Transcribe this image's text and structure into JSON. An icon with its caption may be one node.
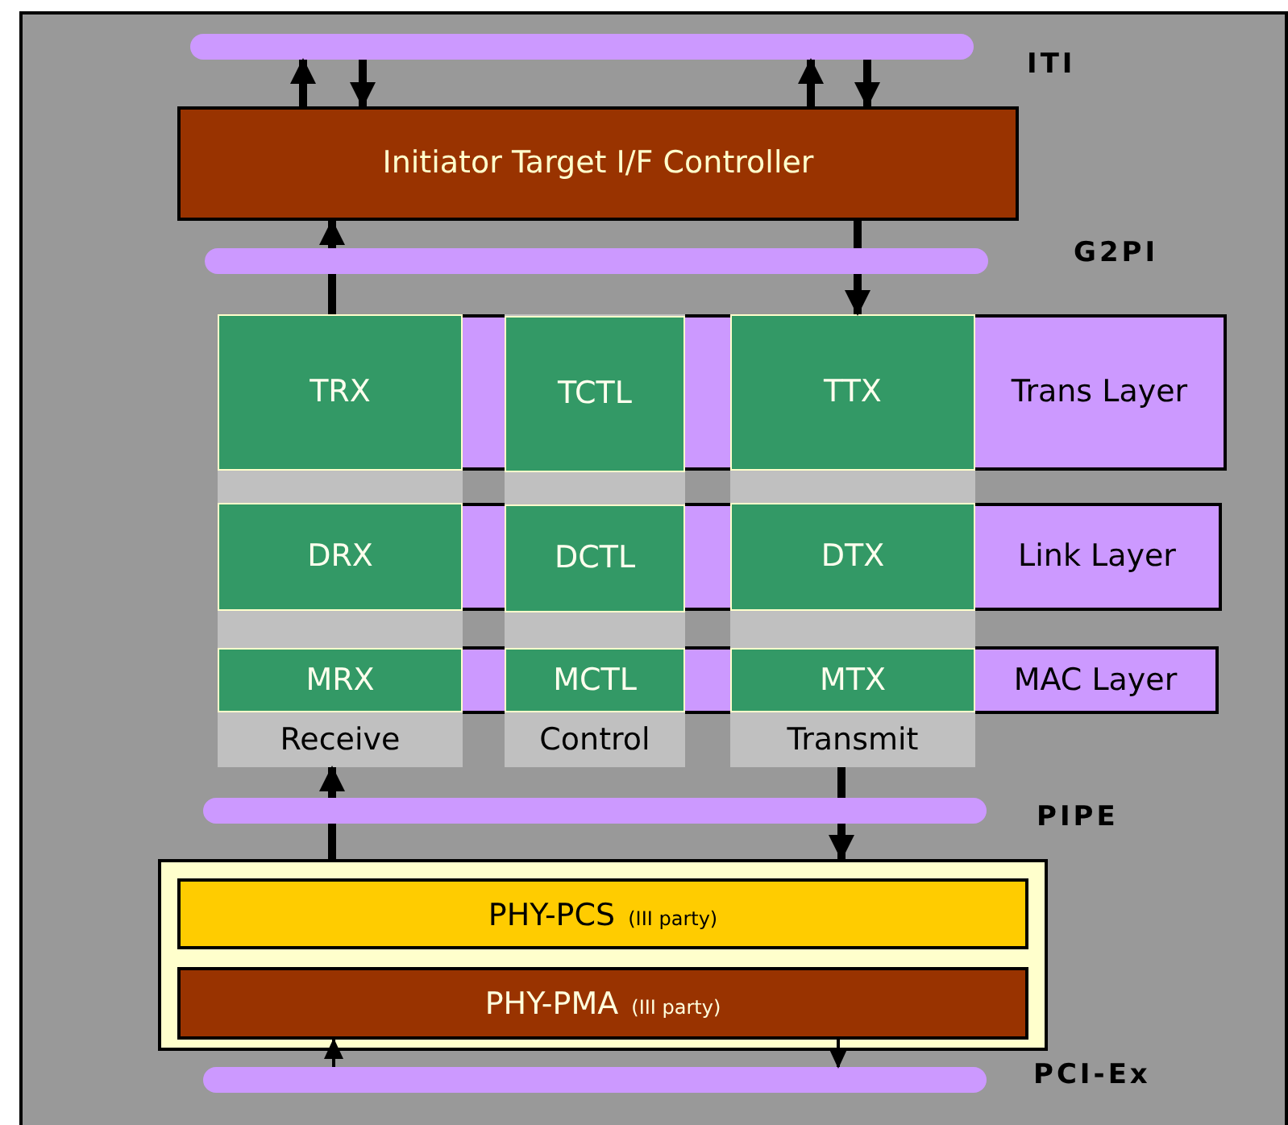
{
  "diagram": {
    "nodes": [
      {
        "text": [],
        "shape": "bar",
        "beside": [
          "ITI"
        ]
      },
      {
        "text": [
          "Initiator Target I/F Controller"
        ]
      },
      {
        "text": [],
        "shape": "bar",
        "beside": [
          "G2PI"
        ]
      },
      {
        "text": [
          "Receive"
        ]
      },
      {
        "text": [
          "TRX"
        ],
        "in": 3
      },
      {
        "text": [
          "DRX"
        ],
        "in": 3
      },
      {
        "text": [
          "MRX"
        ],
        "in": 3
      },
      {
        "text": [
          "Control"
        ]
      },
      {
        "text": [
          "TCTL"
        ],
        "in": 7
      },
      {
        "text": [
          "DCTL"
        ],
        "in": 7
      },
      {
        "text": [
          "MCTL"
        ],
        "in": 7
      },
      {
        "text": [
          "Transmit"
        ]
      },
      {
        "text": [
          "TTX"
        ],
        "in": 11
      },
      {
        "text": [
          "DTX"
        ],
        "in": 11
      },
      {
        "text": [
          "MTX"
        ],
        "in": 11
      },
      {
        "text": [
          "Trans Layer"
        ]
      },
      {
        "text": [
          "Link Layer"
        ]
      },
      {
        "text": [
          "MAC Layer"
        ]
      },
      {
        "text": [],
        "shape": "bar",
        "beside": [
          "PIPE"
        ]
      },
      {
        "text": [],
        "shape": "box"
      },
      {
        "text": [
          "PHY-PCS",
          "(III party)"
        ],
        "in": 19
      },
      {
        "text": [
          "PHY-PMA",
          "(III party)"
        ],
        "in": 19
      },
      {
        "text": [],
        "shape": "bar"
      }
    ],
    "edges": [
      {
        "from": 1,
        "to": 0,
        "arrow": "to"
      },
      {
        "from": 0,
        "to": 1,
        "arrow": "to"
      },
      {
        "from": 1,
        "to": 0,
        "arrow": "to"
      },
      {
        "from": 0,
        "to": 1,
        "arrow": "to"
      },
      {
        "from": 4,
        "to": 2,
        "arrow": "none"
      },
      {
        "from": 2,
        "to": 1,
        "arrow": "to"
      },
      {
        "from": 1,
        "to": 2,
        "arrow": "none"
      },
      {
        "from": 2,
        "to": 12,
        "arrow": "to"
      },
      {
        "from": 19,
        "to": 18,
        "arrow": "none"
      },
      {
        "from": 18,
        "to": 3,
        "arrow": "to"
      },
      {
        "from": 11,
        "to": 18,
        "arrow": "none"
      },
      {
        "from": 18,
        "to": 19,
        "arrow": "to"
      },
      {
        "from": 22,
        "to": 21,
        "arrow": "to"
      },
      {
        "from": 21,
        "to": 22,
        "arrow": "to"
      }
    ],
    "labels": [
      "PCI-Ex"
    ]
  }
}
